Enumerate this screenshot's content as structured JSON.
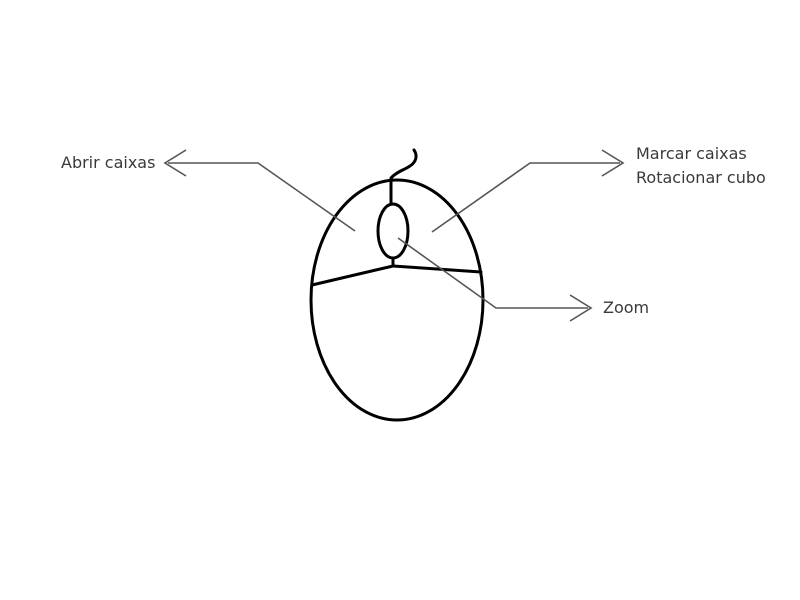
{
  "labels": {
    "left_button": "Abrir caixas",
    "right_button_line1": "Marcar caixas",
    "right_button_line2": "Rotacionar cubo",
    "scroll_wheel": "Zoom"
  },
  "colors": {
    "mouse_outline": "#000000",
    "arrow": "#555555",
    "text": "#3a3a3a",
    "background": "#ffffff"
  }
}
